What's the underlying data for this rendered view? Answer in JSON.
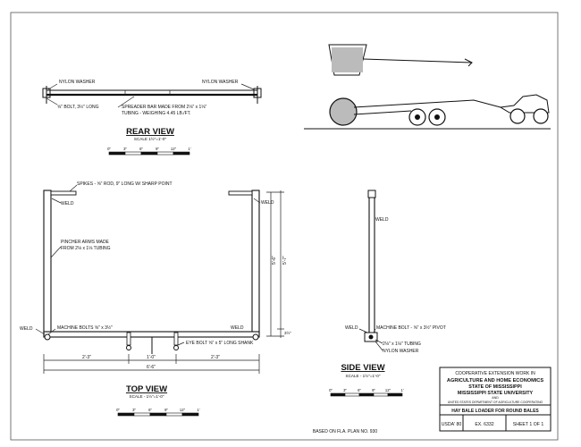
{
  "rear_view": {
    "title": "REAR VIEW",
    "scale": "SCALE 1½\"=1'-0\"",
    "label_nylon_washer_left": "NYLON WASHER",
    "label_nylon_washer_right": "NYLON WASHER",
    "label_bolt": "⅝\" BOLT, 3½\" LONG",
    "label_spreader_1": "SPREADER BAR MADE FROM 2⅛\" x 1⅛\"",
    "label_spreader_2": "TUBING - WEIGHING 4.45 LB./FT.",
    "scale_bar": [
      "0\"",
      "3\"",
      "6\"",
      "9\"",
      "12\"",
      "1'"
    ]
  },
  "top_view": {
    "title": "TOP VIEW",
    "scale": "SCALE - 1½\"=1'-0\"",
    "label_spikes": "SPIKES - ⅝\" ROD, 9\" LONG W/ SHARP POINT",
    "label_weld_top_left": "WELD",
    "label_weld_top_right": "WELD",
    "label_pincher_1": "PINCHER ARMS MADE",
    "label_pincher_2": "FROM 2⅛ x 1⅛ TUBING",
    "label_weld_bottom_left": "WELD",
    "label_weld_bottom_right": "WELD",
    "label_machine_bolts": "MACHINE BOLTS ⅝\" x 3½\"",
    "label_eye_bolt": "EYE BOLT ⅝\" x 5\" LONG SHANK",
    "dim_height_inner": "5'-6\"",
    "dim_height_outer": "5'-7\"",
    "dim_small_right": "3½\"",
    "dim_left": "2'-3\"",
    "dim_center": "1'-0\"",
    "dim_right": "2'-3\"",
    "dim_total": "6'-6\"",
    "scale_bar": [
      "0\"",
      "3\"",
      "6\"",
      "9\"",
      "12\"",
      "1'"
    ]
  },
  "side_view": {
    "title": "SIDE VIEW",
    "scale": "SCALE - 1½\"=1'-0\"",
    "label_weld_top": "WELD",
    "label_weld_bottom": "WELD",
    "label_machine_bolt": "MACHINE BOLT - ⅝\" x 3½\" PIVOT",
    "label_tubing": "2⅛\" x 1⅛\" TUBING",
    "label_nylon_washer": "NYLON WASHER",
    "scale_bar": [
      "0\"",
      "3\"",
      "6\"",
      "9\"",
      "12\"",
      "1'"
    ]
  },
  "title_block": {
    "line1": "COOPERATIVE EXTENSION WORK IN",
    "line2": "AGRICULTURE AND HOME ECONOMICS",
    "line3": "STATE OF MISSISSIPPI",
    "line4": "MISSISSIPPI STATE UNIVERSITY",
    "line5": "AND",
    "line6": "UNITED STATES DEPARTMENT OF AGRICULTURE COOPERATING",
    "drawing_title": "HAY BALE LOADER FOR ROUND BALES",
    "agency": "USDA' 80",
    "number": "EX. 6332",
    "sheet": "SHEET 1 OF 1"
  },
  "footer_note": "BASED ON FLA. PLAN NO. 930"
}
